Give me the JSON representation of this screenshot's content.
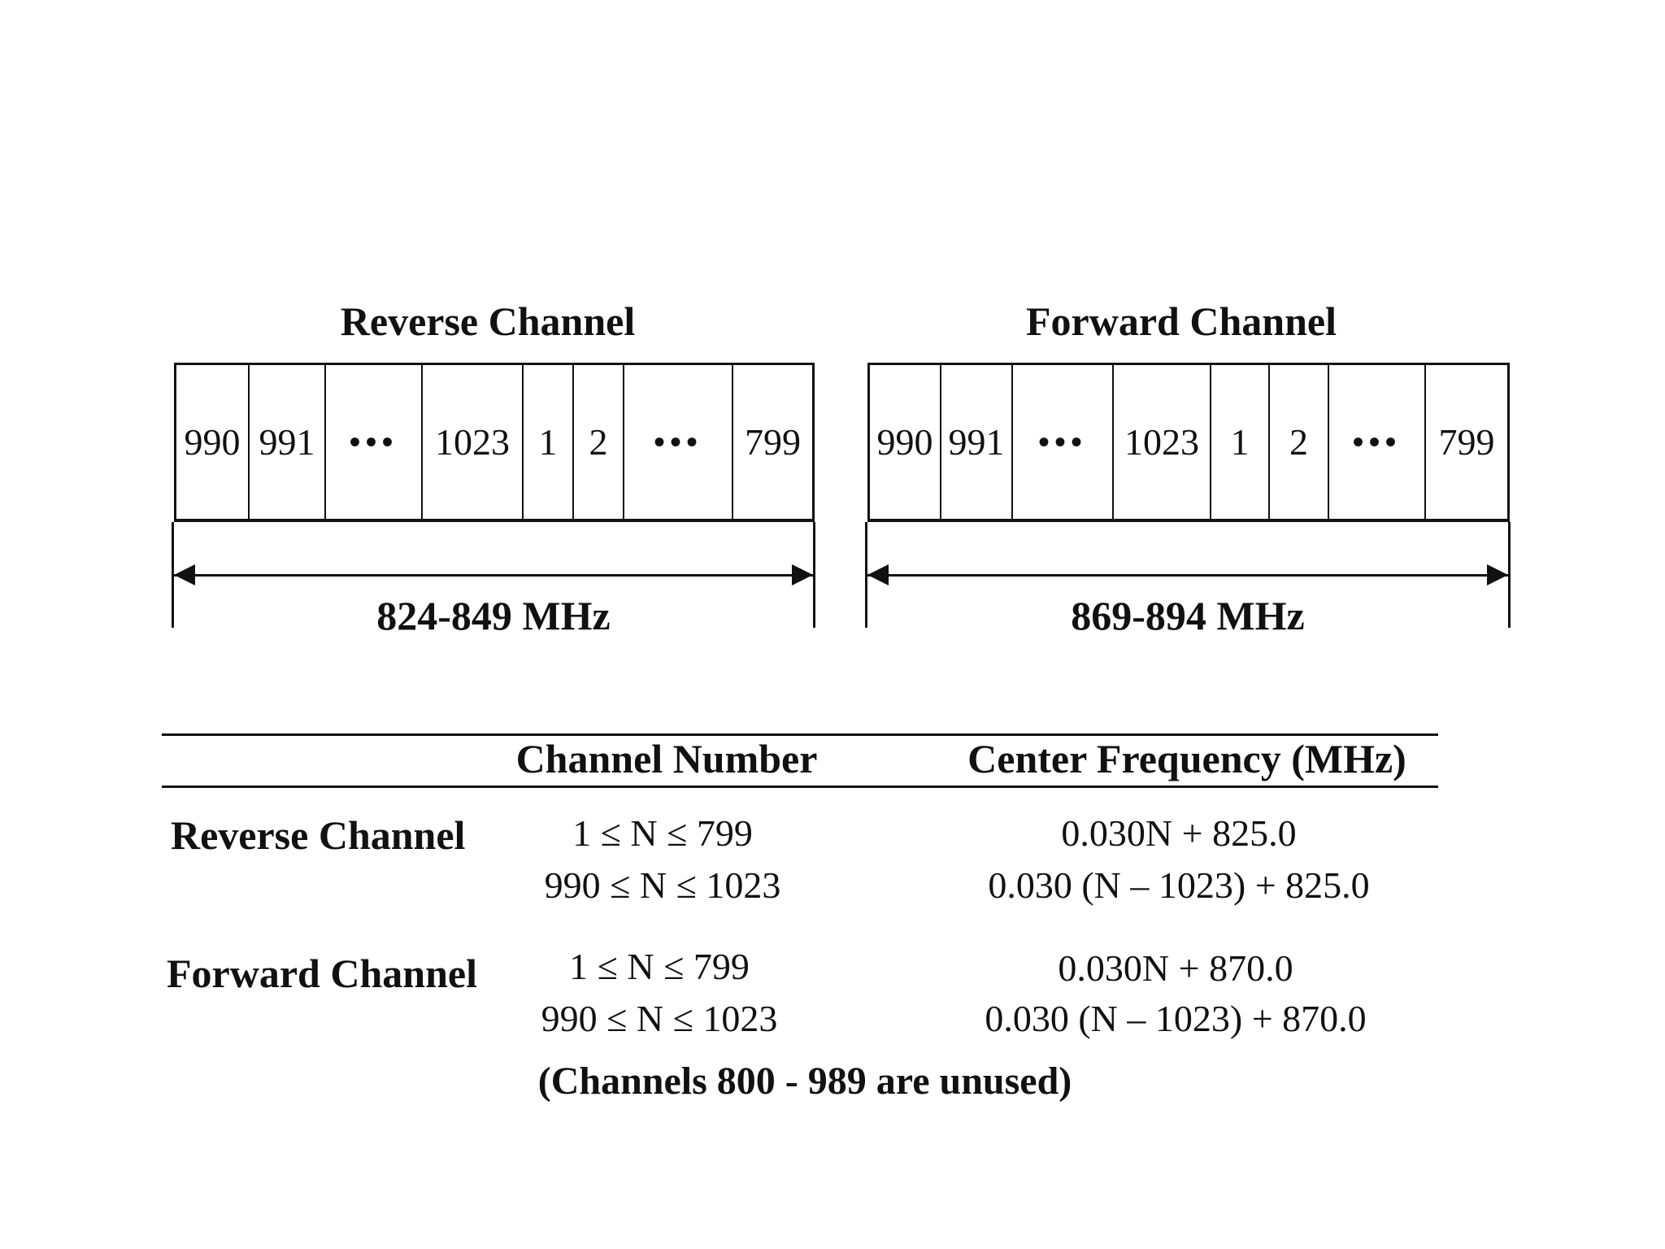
{
  "diagram": {
    "reverse": {
      "title": "Reverse Channel",
      "cells": [
        "990",
        "991",
        "•••",
        "1023",
        "1",
        "2",
        "•••",
        "799"
      ],
      "range_label": "824-849 MHz"
    },
    "forward": {
      "title": "Forward Channel",
      "cells": [
        "990",
        "991",
        "•••",
        "1023",
        "1",
        "2",
        "•••",
        "799"
      ],
      "range_label": "869-894 MHz"
    }
  },
  "table": {
    "headers": {
      "channel_number": "Channel Number",
      "center_frequency": "Center Frequency (MHz)"
    },
    "rows": [
      {
        "label": "Reverse Channel",
        "ranges": [
          "1 ≤ N ≤ 799",
          "990 ≤ N ≤ 1023"
        ],
        "formulas": [
          "0.030N + 825.0",
          "0.030 (N – 1023) + 825.0"
        ]
      },
      {
        "label": "Forward Channel",
        "ranges": [
          "1 ≤ N ≤ 799",
          "990 ≤ N ≤ 1023"
        ],
        "formulas": [
          "0.030N + 870.0",
          "0.030 (N – 1023) + 870.0"
        ]
      }
    ],
    "note": "(Channels 800 - 989 are unused)"
  }
}
